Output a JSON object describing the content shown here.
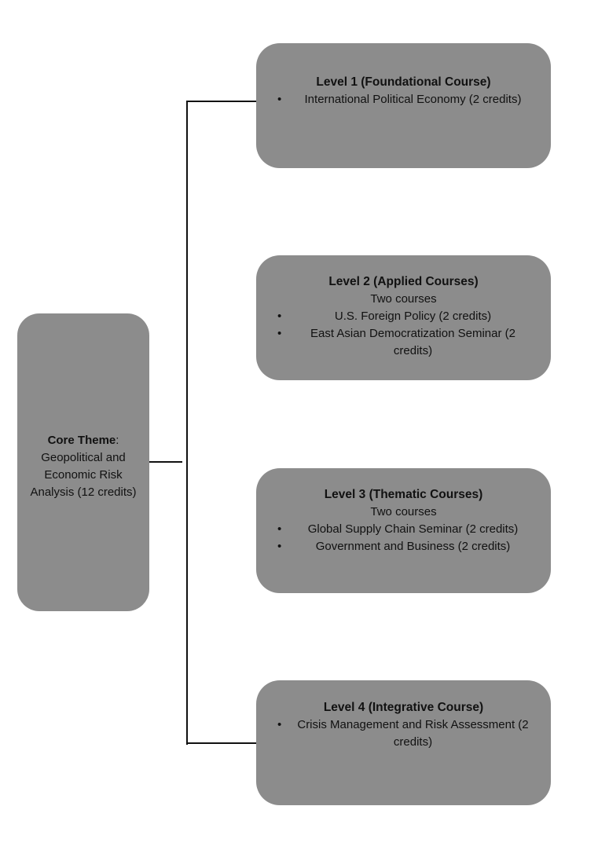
{
  "core": {
    "heading": "Core Theme",
    "heading_suffix": ":",
    "description": "Geopolitical and Economic Risk Analysis (12 credits)"
  },
  "levels": [
    {
      "title": "Level 1 (Foundational Course)",
      "courses": [
        "International Political Economy (2 credits)"
      ]
    },
    {
      "title": "Level 2 (Applied Courses)",
      "subtitle": "Two courses",
      "courses": [
        "U.S. Foreign Policy (2 credits)",
        "East Asian Democratization Seminar (2 credits)"
      ]
    },
    {
      "title": "Level 3 (Thematic Courses)",
      "subtitle": "Two courses",
      "courses": [
        "Global Supply Chain Seminar (2 credits)",
        "Government and Business (2 credits)"
      ]
    },
    {
      "title": "Level 4 (Integrative Course)",
      "courses": [
        "Crisis Management and Risk Assessment (2 credits)"
      ]
    }
  ],
  "bullet_glyph": "•",
  "colors": {
    "box_fill": "#8c8c8c",
    "line": "#111111",
    "text": "#111111",
    "background": "#ffffff"
  }
}
